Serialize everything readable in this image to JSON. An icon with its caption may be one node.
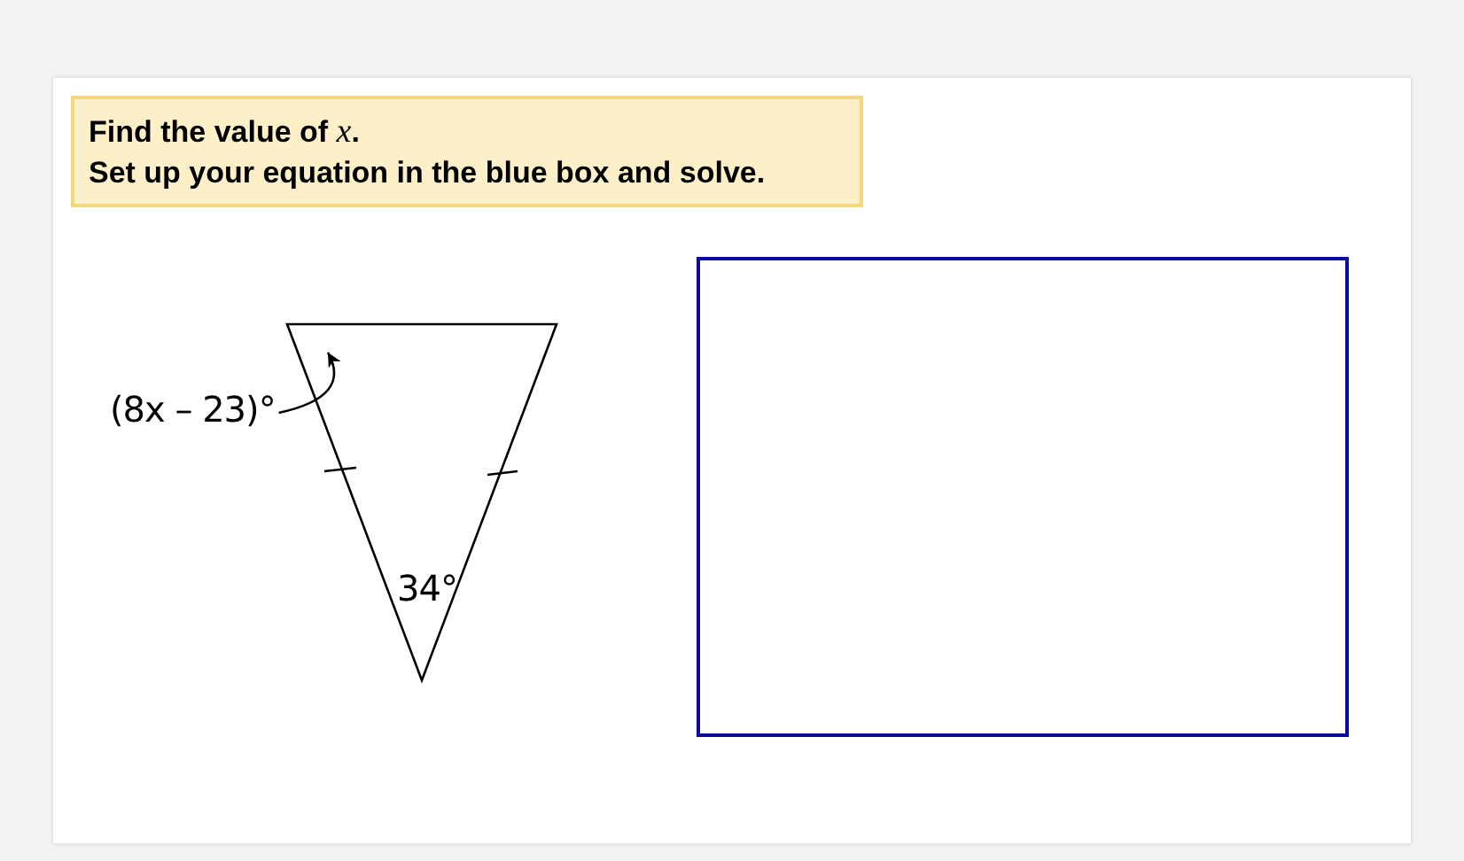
{
  "diagram": {
    "nodes": [
      {
        "text": [
          "Find the value of *x*.",
          "Set up your equation in the blue box and solve."
        ]
      },
      {
        "text": [
          "(8x – 23)°"
        ]
      },
      {
        "text": [],
        "shape": "triangle"
      },
      {
        "text": [],
        "shape": "box"
      }
    ],
    "edges": [
      {
        "from": 1,
        "to": 2,
        "arrow": "to"
      }
    ],
    "labels": [
      "34°"
    ]
  }
}
